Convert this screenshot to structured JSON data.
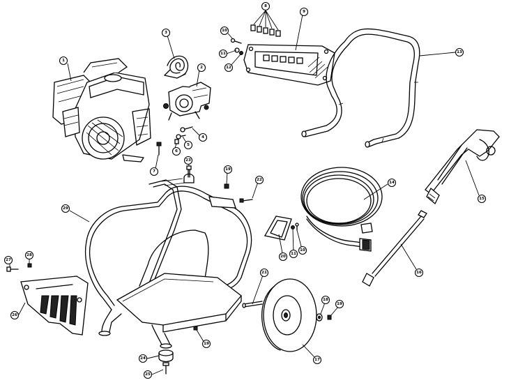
{
  "callouts": [
    {
      "label": "1"
    },
    {
      "label": "2"
    },
    {
      "label": "3"
    },
    {
      "label": "4"
    },
    {
      "label": "5"
    },
    {
      "label": "6"
    },
    {
      "label": "7"
    },
    {
      "label": "8"
    },
    {
      "label": "9"
    },
    {
      "label": "10"
    },
    {
      "label": "11"
    },
    {
      "label": "12"
    },
    {
      "label": "13"
    },
    {
      "label": "14"
    },
    {
      "label": "15"
    },
    {
      "label": "16"
    },
    {
      "label": "17"
    },
    {
      "label": "18"
    },
    {
      "label": "19"
    },
    {
      "label": "19"
    },
    {
      "label": "19"
    },
    {
      "label": "20"
    },
    {
      "label": "10"
    },
    {
      "label": "11"
    },
    {
      "label": "21"
    },
    {
      "label": "22"
    },
    {
      "label": "23"
    },
    {
      "label": "24"
    },
    {
      "label": "25"
    },
    {
      "label": "26"
    },
    {
      "label": "27"
    },
    {
      "label": "28"
    },
    {
      "label": "29"
    }
  ]
}
